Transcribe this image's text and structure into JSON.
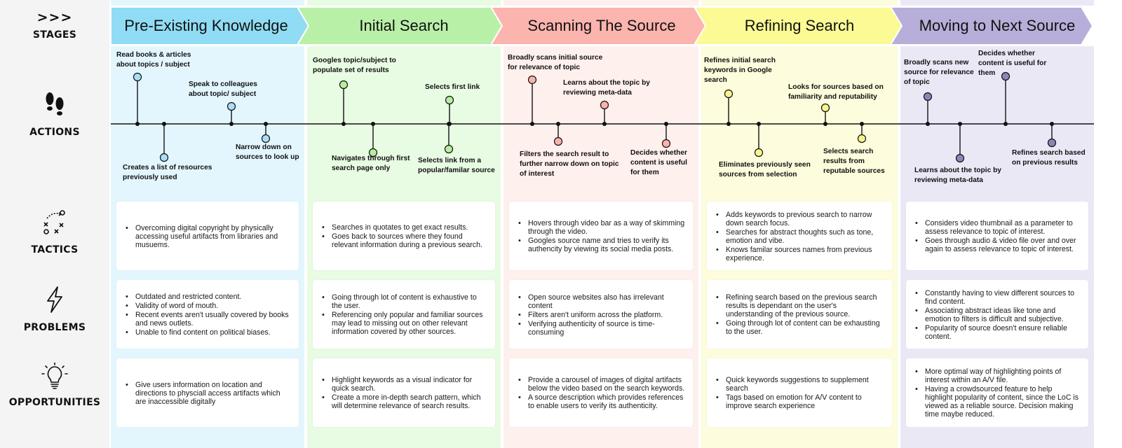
{
  "rows": {
    "stages": {
      "label_line1": ">>>",
      "label_line2": "STAGES"
    },
    "actions": {
      "label": "ACTIONS",
      "icon": "footprints-icon"
    },
    "tactics": {
      "label": "TACTICS",
      "icon": "play-strategy-icon"
    },
    "problems": {
      "label": "PROBLEMS",
      "icon": "lightning-icon"
    },
    "opportunities": {
      "label": "OPPORTUNITIES",
      "icon": "lightbulb-icon"
    }
  },
  "stages": [
    {
      "title": "Pre-Existing Knowledge",
      "arrow_color": "#8fdcf4",
      "bg_color": "#e3f6fd",
      "dot_color": "#a9def6",
      "actions": [
        {
          "text": "Read books & articles about topics / subject",
          "side": "above"
        },
        {
          "text": "Creates a list of resources previously used",
          "side": "below"
        },
        {
          "text": "Speak to colleagues about topic/ subject",
          "side": "above"
        },
        {
          "text": "Narrow down on sources to look up",
          "side": "below"
        }
      ],
      "tactics": [
        "Overcoming digital copyright by physically accessing useful artifacts from libraries and musuems."
      ],
      "problems": [
        "Outdated and restricted content.",
        "Validity of word of mouth.",
        "Recent events aren't usually covered by books and news outlets.",
        "Unable to find content on political biases."
      ],
      "opportunities": [
        "Give users information on location and directions to physciall access artifacts which are inaccessible digitally"
      ]
    },
    {
      "title": "Initial Search",
      "arrow_color": "#b8f0a8",
      "bg_color": "#e8fbe3",
      "dot_color": "#b6eea0",
      "actions": [
        {
          "text": "Googles topic/subject to populate set of results",
          "side": "above"
        },
        {
          "text": "Navigates through first search page only",
          "side": "below"
        },
        {
          "text": "Selects first link",
          "side": "above"
        },
        {
          "text": "Selects link from a popular/familar source",
          "side": "below"
        }
      ],
      "tactics": [
        "Searches in quotates to get exact results.",
        "Goes back to sources where they found relevant information during a previous search."
      ],
      "problems": [
        "Going through lot of content is exhaustive to the user.",
        "Referencing only popular and familiar sources may lead to missing out on other relevant information covered by other sources."
      ],
      "opportunities": [
        "Highlight keywords as a visual indicator for quick search.",
        "Create a more in-depth search pattern, which will determine relevance of search results."
      ]
    },
    {
      "title": "Scanning The Source",
      "arrow_color": "#fbb4ae",
      "bg_color": "#fef0ed",
      "dot_color": "#f9b3ab",
      "actions": [
        {
          "text": "Broadly scans initial source for relevance of topic",
          "side": "above"
        },
        {
          "text": "Filters the search result to further narrow down on topic of interest",
          "side": "below"
        },
        {
          "text": "Learns about the topic by reviewing meta-data",
          "side": "above"
        },
        {
          "text": "Decides whether content is useful for them",
          "side": "below"
        }
      ],
      "tactics": [
        "Hovers through video bar as a way of skimming through the video.",
        "Googles source name and tries to verify its authencity by viewing its social media posts."
      ],
      "problems": [
        "Open source websites also has irrelevant content",
        "Filters aren't uniform across the platform.",
        "Verifying authenticity of source is time-consuming"
      ],
      "opportunities": [
        "Provide a carousel of images of digital artifacts below the video based on the search keywords.",
        "A source description which provides references to enable users to verify its authenticity."
      ]
    },
    {
      "title": "Refining Search",
      "arrow_color": "#fbfa94",
      "bg_color": "#fdfcdc",
      "dot_color": "#f7f48e",
      "actions": [
        {
          "text": "Refines initial search keywords in Google search",
          "side": "above"
        },
        {
          "text": "Eliminates previously seen sources from selection",
          "side": "below"
        },
        {
          "text": "Looks for sources based on familiarity and reputability",
          "side": "above"
        },
        {
          "text": "Selects search results from reputable sources",
          "side": "below"
        }
      ],
      "tactics": [
        "Adds keywords to previous search to narrow down search focus.",
        "Searches for abstract thoughts such as tone, emotion and vibe.",
        "Knows familar sources names from previous experience."
      ],
      "problems": [
        "Refining search based on the previous search results is dependant on the user's understanding of the previous source.",
        "Going through lot of content can be exhausting to the user."
      ],
      "opportunities": [
        "Quick keywords suggestions to supplement search",
        "Tags based on emotion for A/V content to improve search experience"
      ]
    },
    {
      "title": "Moving to Next Source",
      "arrow_color": "#b7aed9",
      "bg_color": "#ebe8f6",
      "dot_color": "#8d84b8",
      "actions": [
        {
          "text": "Broadly scans new source for relevance of topic",
          "side": "above"
        },
        {
          "text": "Learns about the topic by reviewing meta-data",
          "side": "below"
        },
        {
          "text": "Decides whether content is useful for them",
          "side": "above"
        },
        {
          "text": "Refines search based on previous results",
          "side": "below"
        }
      ],
      "tactics": [
        "Considers video thumbnail as a parameter to assess relevance to topic of interest.",
        "Goes through audio & video file over and over again to assess relevance to topic of interest."
      ],
      "problems": [
        "Constantly having to view different sources to find content.",
        "Associating abstract ideas like tone and emotion to filters is difficult and subjective.",
        "Popularity of source doesn't ensure reliable content."
      ],
      "opportunities": [
        "More optimal way of highlighting points of interest within an A/V file.",
        "Having a crowdsourced feature to help highlight popularity of content, since the LoC is viewed as a reliable source. Decision making time maybe reduced."
      ]
    }
  ]
}
